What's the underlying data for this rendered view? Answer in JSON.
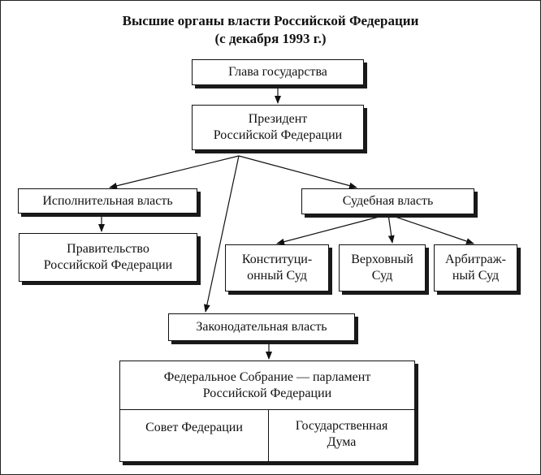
{
  "title": {
    "line1": "Высшие органы власти Российской Федерации",
    "line2": "(с декабря 1993 г.)"
  },
  "nodes": {
    "head_of_state": "Глава государства",
    "president": {
      "line1": "Президент",
      "line2": "Российской Федерации"
    },
    "executive": "Исполнительная власть",
    "government": {
      "line1": "Правительство",
      "line2": "Российской Федерации"
    },
    "judicial": "Судебная власть",
    "constitutional_court": {
      "line1": "Конституци-",
      "line2": "онный Суд"
    },
    "supreme_court": {
      "line1": "Верховный",
      "line2": "Суд"
    },
    "arbitration_court": {
      "line1": "Арбитраж-",
      "line2": "ный Суд"
    },
    "legislative": "Законодательная власть",
    "federal_assembly": {
      "line1": "Федеральное Собрание — парламент",
      "line2": "Российской Федерации",
      "left_chamber": "Совет Федерации",
      "right_chamber": {
        "line1": "Государственная",
        "line2": "Дума"
      }
    }
  },
  "colors": {
    "ink": "#111111",
    "shadow": "#1a1a1a",
    "background": "#ffffff"
  }
}
